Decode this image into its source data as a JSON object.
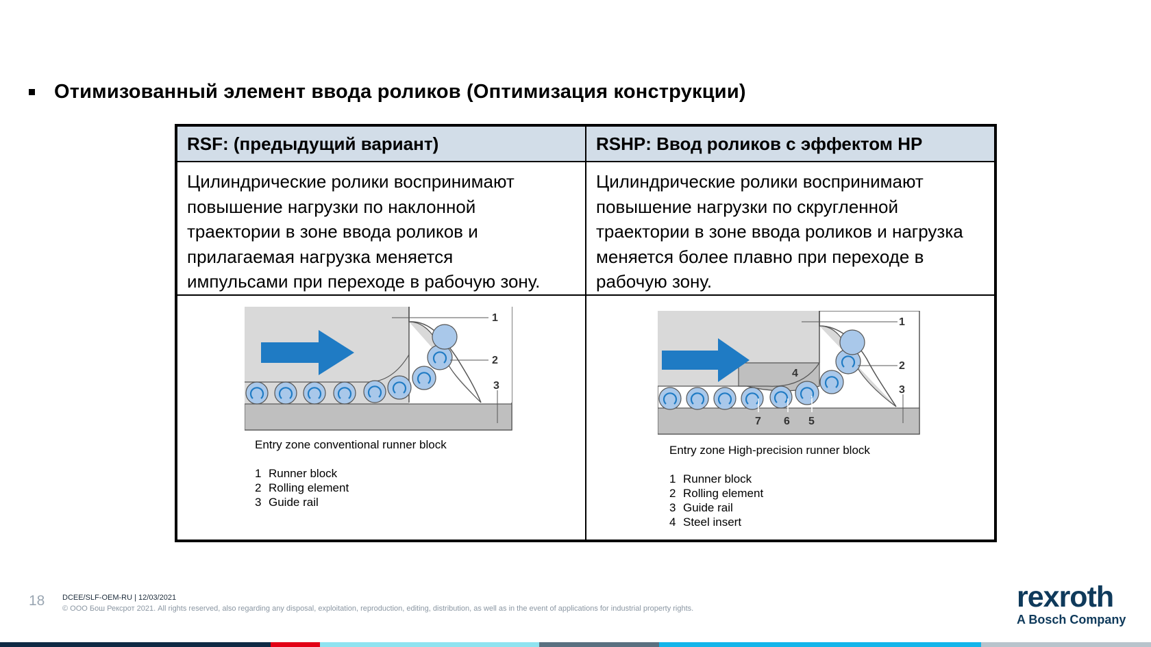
{
  "heading": "Отимизованный элемент ввода роликов (Оптимизация конструкции)",
  "table": {
    "left": {
      "header": "RSF: (предыдущий вариант)",
      "lines": [
        "Цилиндрические ролики воспринимают",
        "повышение нагрузки по наклонной",
        "траектории в зоне ввода роликов и",
        "прилагаемая нагрузка меняется",
        "импульсами при переходе в рабочую зону."
      ],
      "figure": {
        "callouts": [
          "1",
          "2",
          "3"
        ],
        "caption": "Entry zone conventional runner block",
        "legend": [
          {
            "num": "1",
            "label": "Runner block"
          },
          {
            "num": "2",
            "label": "Rolling element"
          },
          {
            "num": "3",
            "label": "Guide rail"
          }
        ]
      }
    },
    "right": {
      "header": "RSHP: Ввод роликов с эффектом HP",
      "lines": [
        "Цилиндрические ролики воспринимают",
        "повышение нагрузки по скругленной",
        "траектории в зоне ввода роликов и нагрузка",
        "меняется более плавно при переходе в",
        "рабочую зону."
      ],
      "figure": {
        "callouts": [
          "1",
          "2",
          "3",
          "4",
          "5",
          "6",
          "7"
        ],
        "caption": "Entry zone High-precision runner block",
        "legend": [
          {
            "num": "1",
            "label": "Runner block"
          },
          {
            "num": "2",
            "label": "Rolling element"
          },
          {
            "num": "3",
            "label": "Guide rail"
          },
          {
            "num": "4",
            "label": "Steel insert"
          }
        ]
      }
    }
  },
  "footer": {
    "page_number": "18",
    "doc_id": "DCEE/SLF-OEM-RU | 12/03/2021",
    "copyright": "© ООО Бош Рексрот 2021. All rights reserved, also regarding any disposal, exploitation, reproduction, editing, distribution, as well as in the event of applications for industrial property rights."
  },
  "brand": {
    "name": "rexroth",
    "tagline": "A Bosch Company"
  },
  "colors": {
    "header_bg": "#d2dde8",
    "arrow_blue": "#1f7bc4",
    "roller_fill": "#a9c8ea",
    "block_grey": "#d9d9d9",
    "rail_grey": "#bfbfbf",
    "brand_navy": "#0f3a5b",
    "brand_red": "#e20015"
  }
}
